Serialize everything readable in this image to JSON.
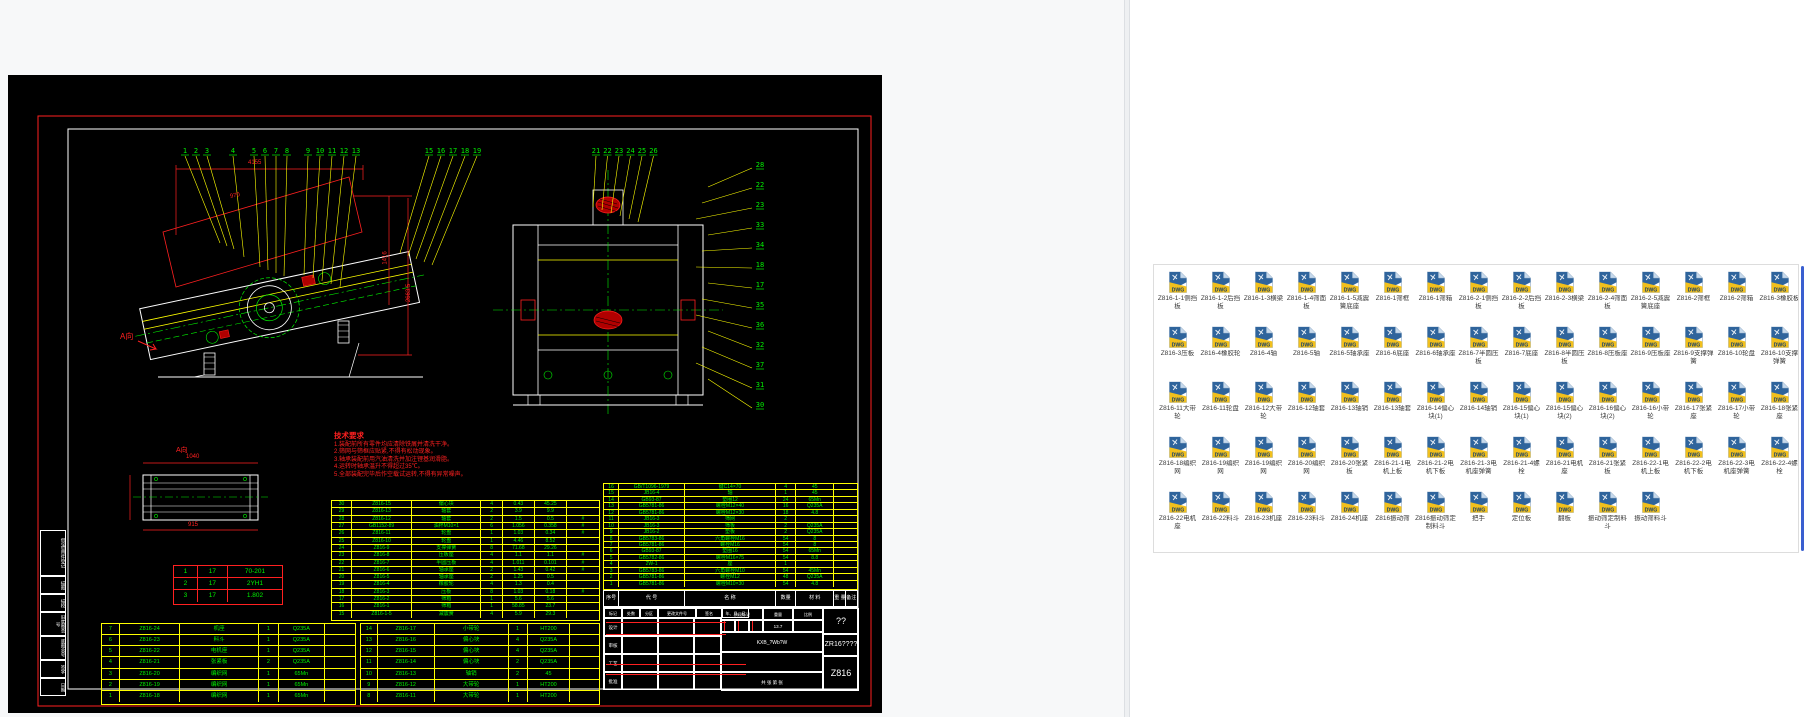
{
  "app": {
    "left_pane_role": "CAD drawing preview",
    "right_pane_role": "DWG file listing"
  },
  "cad": {
    "view_label": "A向",
    "leaders": {
      "g1": [
        "1",
        "2",
        "3"
      ],
      "g2": [
        "4"
      ],
      "g3": [
        "5",
        "6",
        "7",
        "8"
      ],
      "g4": [
        "9",
        "10",
        "11",
        "12",
        "13"
      ],
      "g5": [
        "15",
        "16",
        "17",
        "18",
        "19"
      ],
      "g6": [
        "21",
        "22",
        "23",
        "24",
        "25",
        "26"
      ],
      "stack": [
        "28",
        "22",
        "23",
        "33",
        "34",
        "18",
        "17",
        "35",
        "36",
        "32",
        "37",
        "31",
        "30"
      ]
    },
    "dims": [
      "4155",
      "970",
      "1416",
      "2663.5",
      "1040",
      "915"
    ],
    "tech_requirements": {
      "title": "技术要求",
      "lines": [
        "1.装配前所有零件均应清除铁屑并清洗干净。",
        "2.筛网与筛框应贴紧,不得有松动现象。",
        "3.轴承装配前用汽油清洗并加注锂基润滑脂。",
        "4.运转时轴承温升不得超过35℃。",
        "5.全部装配完毕后作空载试运转,不得有异常噪声。"
      ]
    },
    "red_table": {
      "rows": [
        [
          "1",
          "17",
          "70-201"
        ],
        [
          "2",
          "17",
          "2YH1"
        ],
        [
          "3",
          "17",
          "1.802"
        ]
      ]
    },
    "weights_table": {
      "rows": [
        [
          "30",
          "Z816-15",
          "偏心块",
          "4",
          "0.43",
          "45.25",
          ""
        ],
        [
          "29",
          "Z816-13",
          "轴套",
          "2",
          "3.9",
          "9.9",
          ""
        ],
        [
          "28",
          "Z816-12",
          "轴套",
          "2",
          "1.5",
          "0.5",
          "#"
        ],
        [
          "27",
          "GB1152-89",
          "油杯M10×1",
          "6",
          "1.056",
          "0.358",
          "#"
        ],
        [
          "26",
          "Z816-11",
          "轮盘",
          "1",
          "1.03",
          "0.34",
          "#"
        ],
        [
          "25",
          "Z816-10",
          "轮盘",
          "1",
          "4.46",
          "8.52",
          ""
        ],
        [
          "24",
          "Z816-9",
          "支撑弹簧",
          "8",
          "71.68",
          "29.26",
          ""
        ],
        [
          "23",
          "Z816-8",
          "压板座",
          "4",
          "1.1",
          "1.1",
          "#"
        ],
        [
          "22",
          "Z816-7",
          "半圆压板",
          "4",
          "1.011",
          "0.101",
          "#"
        ],
        [
          "21",
          "Z816-6",
          "轴承座",
          "2",
          "1.43",
          "0.42",
          "#"
        ],
        [
          "20",
          "Z816-5",
          "轴承座",
          "2",
          "1.25",
          "0.5",
          ""
        ],
        [
          "19",
          "Z816-4",
          "橡胶轮",
          "4",
          "1.3",
          "0.4",
          ""
        ],
        [
          "18",
          "Z816-3",
          "压板",
          "8",
          "1.03",
          "0.18",
          "#"
        ],
        [
          "17",
          "Z816-2",
          "筛箱",
          "1",
          "5.6",
          "5.6",
          ""
        ],
        [
          "16",
          "Z816-1",
          "筛箱",
          "1",
          "58.85",
          "23.7",
          ""
        ],
        [
          "15",
          "Z816-1-5",
          "减震簧",
          "4",
          "5.9",
          "29.3",
          ""
        ]
      ]
    },
    "bom_right": {
      "rows": [
        [
          "16",
          "GB/T1096-1979",
          "键C14×70",
          "4",
          "45",
          ""
        ],
        [
          "15",
          "JB16-4",
          "轴",
          "1",
          "45",
          ""
        ],
        [
          "14",
          "GB93-87",
          "垫圈12",
          "24",
          "65Mn",
          ""
        ],
        [
          "13",
          "GB5781-86",
          "螺栓M12×40",
          "16",
          "Q235A",
          ""
        ],
        [
          "12",
          "GB5781-86",
          "螺栓M12×30",
          "18",
          "4.8",
          ""
        ],
        [
          "11",
          "JB16-3",
          "筛网",
          "2",
          "",
          ""
        ],
        [
          "10",
          "JB16-3",
          "筛板",
          "2",
          "Q235A",
          ""
        ],
        [
          "9",
          "JB16-2",
          "垫板",
          "2",
          "Q235A",
          ""
        ],
        [
          "8",
          "GB5783-86",
          "六角螺栓M16",
          "54",
          "8",
          ""
        ],
        [
          "7",
          "GB5781-86",
          "螺栓M16",
          "54",
          "8",
          ""
        ],
        [
          "6",
          "GB93-87",
          "垫圈16",
          "54",
          "65Mn",
          ""
        ],
        [
          "5",
          "GB5782-86",
          "螺栓M16×75",
          "54",
          "8.8",
          ""
        ],
        [
          "4",
          "2W-1",
          "座",
          "1",
          "",
          ""
        ],
        [
          "3",
          "GB5783-86",
          "六角螺栓M10",
          "54",
          "45Mn",
          ""
        ],
        [
          "2",
          "GB5781-86",
          "螺栓M12",
          "48",
          "Q235A",
          ""
        ],
        [
          "1",
          "GB5781-86",
          "螺栓M10×30",
          "54",
          "4.8",
          ""
        ]
      ]
    },
    "bom_header": {
      "cols": [
        "序号",
        "代  号",
        "名  称",
        "数量",
        "材  料",
        "重 量",
        "备注"
      ]
    },
    "bom_bottom_left": {
      "rows": [
        [
          "7",
          "Z816-24",
          "机座",
          "1",
          "Q235A",
          ""
        ],
        [
          "6",
          "Z816-23",
          "料斗",
          "1",
          "Q235A",
          ""
        ],
        [
          "5",
          "Z816-22",
          "电机座",
          "1",
          "Q235A",
          ""
        ],
        [
          "4",
          "Z816-21",
          "张紧板",
          "2",
          "Q235A",
          ""
        ],
        [
          "3",
          "Z816-20",
          "编织网",
          "1",
          "65Mn",
          ""
        ],
        [
          "2",
          "Z816-19",
          "编织网",
          "1",
          "65Mn",
          ""
        ],
        [
          "1",
          "Z816-18",
          "编织网",
          "1",
          "65Mn",
          ""
        ]
      ]
    },
    "bom_bottom_mid": {
      "rows": [
        [
          "14",
          "Z816-17",
          "小带轮",
          "1",
          "HT200",
          ""
        ],
        [
          "13",
          "Z816-16",
          "偏心块",
          "4",
          "Q235A",
          ""
        ],
        [
          "12",
          "Z816-15",
          "偏心块",
          "4",
          "Q235A",
          ""
        ],
        [
          "11",
          "Z816-14",
          "偏心块",
          "2",
          "Q235A",
          ""
        ],
        [
          "10",
          "Z816-13",
          "轴销",
          "2",
          "45",
          ""
        ],
        [
          "9",
          "Z816-12",
          "大带轮",
          "1",
          "HT200",
          ""
        ],
        [
          "8",
          "Z816-11",
          "大带轮",
          "1",
          "HT200",
          ""
        ]
      ]
    },
    "title_block": {
      "revision_row": [
        "标记",
        "处数",
        "分区",
        "更改文件号",
        "签名",
        "年、月、日"
      ],
      "role_labels": [
        "设计",
        "审核",
        "工艺",
        "批准"
      ],
      "stage_label": "阶段标记",
      "weight_label": "重量",
      "scale_label": "比例",
      "weight_value": "13.7",
      "sheet_label": "共 张 第 张",
      "misc_text": "KXB_?Wb?W",
      "name_value": "??",
      "code_value": "ZR16????",
      "model_value": "Z816"
    },
    "left_strip": [
      "借(通)用件登记",
      "描图",
      "描校",
      "旧底图总号",
      "底图总号",
      "签字",
      "日期"
    ]
  },
  "files": {
    "icon_label": "DWG",
    "rows": [
      [
        "Z816-1-1侧挡板",
        "Z816-1-2后挡板",
        "Z816-1-3横梁",
        "Z816-1-4筛面板",
        "Z816-1-5减震簧底座",
        "Z816-1筛框",
        "Z816-1筛箱",
        "Z816-2-1侧挡板",
        "Z816-2-2后挡板",
        "Z816-2-3横梁",
        "Z816-2-4筛面板",
        "Z816-2-5减震簧底座",
        "Z816-2筛框",
        "Z816-2筛箱",
        "Z816-3橡胶板"
      ],
      [
        "Z816-3压板",
        "Z816-4橡胶轮",
        "Z816-4轴",
        "Z816-5轴",
        "Z816-5轴承座",
        "Z816-6底座",
        "Z816-6轴承座",
        "Z816-7半圆压板",
        "Z816-7底座",
        "Z816-8半圆压板",
        "Z816-8压板座",
        "Z816-9压板座",
        "Z816-9支撑弹簧",
        "Z816-10轮盘",
        "Z816-10支撑弹簧"
      ],
      [
        "Z816-11大带轮",
        "Z816-11轮盘",
        "Z816-12大带轮",
        "Z816-12轴套",
        "Z816-13轴销",
        "Z816-13轴套",
        "Z816-14偏心块(1)",
        "Z816-14轴销",
        "Z816-15偏心块(1)",
        "Z816-15偏心块(2)",
        "Z816-16偏心块(2)",
        "Z816-16小带轮",
        "Z816-17张紧座",
        "Z816-17小带轮",
        "Z816-18张紧座"
      ],
      [
        "Z816-18编织网",
        "Z816-19编织网",
        "Z816-19编织网",
        "Z816-20编织网",
        "Z816-20张紧板",
        "Z816-21-1电机上板",
        "Z816-21-2电机下板",
        "Z816-21-3电机座弹簧",
        "Z816-21-4螺栓",
        "Z816-21电机座",
        "Z816-21张紧板",
        "Z816-22-1电机上板",
        "Z816-22-2电机下板",
        "Z816-22-3电机座弹簧",
        "Z816-22-4螺栓"
      ],
      [
        "Z816-22电机座",
        "Z816-22料斗",
        "Z816-23机座",
        "Z816-23料斗",
        "Z816-24机座",
        "Z816振动筛",
        "Z816振动筛定制料斗",
        "把手",
        "定位板",
        "翻板",
        "振动筛定制料斗",
        "振动筛料斗"
      ]
    ]
  },
  "colors": {
    "cad_bg": "#000000",
    "cad_red": "#ff2020",
    "cad_green": "#00f000",
    "cad_yellow": "#ffff00",
    "cad_white": "#ffffff",
    "icon_blue": "#2f649c",
    "icon_yellow": "#f2c01c",
    "scrollbar_blue": "#3a5fd0"
  }
}
